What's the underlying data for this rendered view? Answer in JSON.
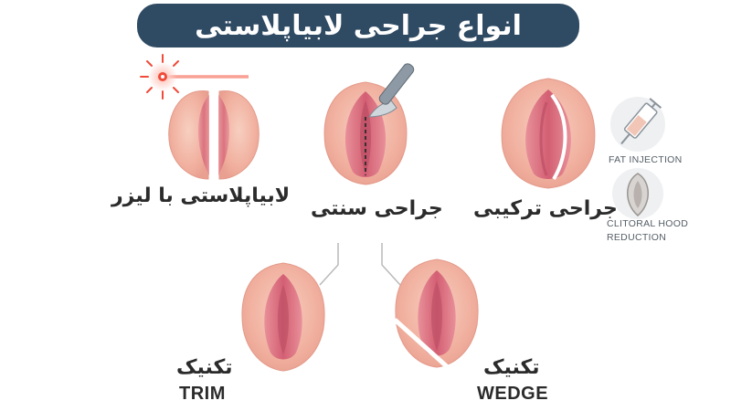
{
  "title": "انواع جراحی لابیاپلاستی",
  "methods": {
    "laser": {
      "label": "لابیاپلاستی با لیزر",
      "icon": "laser-icon"
    },
    "traditional": {
      "label": "جراحی سنتی",
      "icon": "scalpel-icon"
    },
    "combined": {
      "label": "جراحی ترکیبی"
    }
  },
  "combined_notes": {
    "fat_injection": {
      "label": "FAT INJECTION",
      "icon": "syringe-icon"
    },
    "hood_reduction": {
      "label_line1": "CLITORAL HOOD",
      "label_line2": "REDUCTION",
      "icon": "hood-icon"
    }
  },
  "techniques": {
    "trim": {
      "label_fa": "تکنیک",
      "label_en": "TRIM"
    },
    "wedge": {
      "label_fa": "تکنیک",
      "label_en": "WEDGE"
    }
  },
  "colors": {
    "title_bg": "#2f4a63",
    "skin": "#f3b9a6",
    "skin_dark": "#e58f86",
    "inner": "#d9697a",
    "laser": "#f04b3a"
  }
}
